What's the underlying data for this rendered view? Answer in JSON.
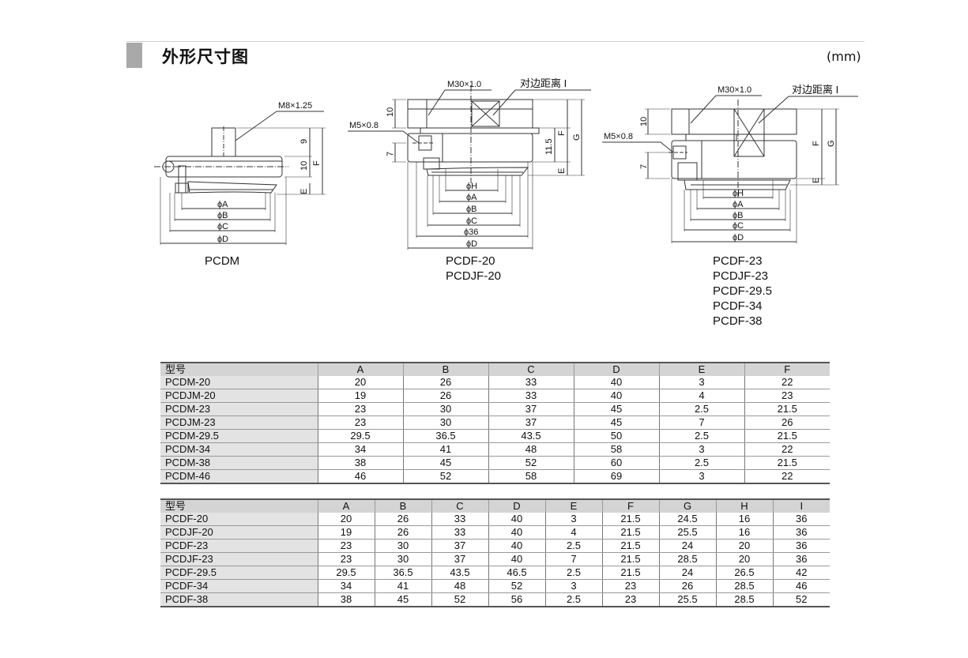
{
  "header": {
    "title": "外形尺寸图",
    "unit": "(mm)"
  },
  "drawings": {
    "pcdm": {
      "caption": [
        "PCDM"
      ],
      "labels": {
        "thread": "M8×1.25",
        "dim9": "9",
        "dim10": "10",
        "f": "F",
        "e": "E",
        "a": "ϕA",
        "b": "ϕB",
        "c": "ϕC",
        "d": "ϕD"
      }
    },
    "pcdf20": {
      "caption": [
        "PCDF-20",
        "PCDJF-20"
      ],
      "labels": {
        "thread": "M30×1.0",
        "across": "对边距离 I",
        "port": "M5×0.8",
        "dim10": "10",
        "dim7": "7",
        "dim115": "11.5",
        "f": "F",
        "g": "G",
        "e": "E",
        "h": "ϕH",
        "a": "ϕA",
        "b": "ϕB",
        "c": "ϕC",
        "d36": "ϕ36",
        "d": "ϕD"
      }
    },
    "pcdf23": {
      "caption": [
        "PCDF-23",
        "PCDJF-23",
        "PCDF-29.5",
        "PCDF-34",
        "PCDF-38"
      ],
      "labels": {
        "thread": "M30×1.0",
        "across": "对边距离 I",
        "port": "M5×0.8",
        "dim10": "10",
        "dim7": "7",
        "f": "F",
        "g": "G",
        "e": "E",
        "h": "ϕH",
        "a": "ϕA",
        "b": "ϕB",
        "c": "ϕC",
        "d": "ϕD"
      }
    }
  },
  "table1": {
    "headers": [
      "型号",
      "A",
      "B",
      "C",
      "D",
      "E",
      "F"
    ],
    "rows": [
      [
        "PCDM-20",
        "20",
        "26",
        "33",
        "40",
        "3",
        "22"
      ],
      [
        "PCDJM-20",
        "19",
        "26",
        "33",
        "40",
        "4",
        "23"
      ],
      [
        "PCDM-23",
        "23",
        "30",
        "37",
        "45",
        "2.5",
        "21.5"
      ],
      [
        "PCDJM-23",
        "23",
        "30",
        "37",
        "45",
        "7",
        "26"
      ],
      [
        "PCDM-29.5",
        "29.5",
        "36.5",
        "43.5",
        "50",
        "2.5",
        "21.5"
      ],
      [
        "PCDM-34",
        "34",
        "41",
        "48",
        "58",
        "3",
        "22"
      ],
      [
        "PCDM-38",
        "38",
        "45",
        "52",
        "60",
        "2.5",
        "21.5"
      ],
      [
        "PCDM-46",
        "46",
        "52",
        "58",
        "69",
        "3",
        "22"
      ]
    ]
  },
  "table2": {
    "headers": [
      "型号",
      "A",
      "B",
      "C",
      "D",
      "E",
      "F",
      "G",
      "H",
      "I"
    ],
    "rows": [
      [
        "PCDF-20",
        "20",
        "26",
        "33",
        "40",
        "3",
        "21.5",
        "24.5",
        "16",
        "36"
      ],
      [
        "PCDJF-20",
        "19",
        "26",
        "33",
        "40",
        "4",
        "21.5",
        "25.5",
        "16",
        "36"
      ],
      [
        "PCDF-23",
        "23",
        "30",
        "37",
        "40",
        "2.5",
        "21.5",
        "24",
        "20",
        "36"
      ],
      [
        "PCDJF-23",
        "23",
        "30",
        "37",
        "40",
        "7",
        "21.5",
        "28.5",
        "20",
        "36"
      ],
      [
        "PCDF-29.5",
        "29.5",
        "36.5",
        "43.5",
        "46.5",
        "2.5",
        "21.5",
        "24",
        "26.5",
        "42"
      ],
      [
        "PCDF-34",
        "34",
        "41",
        "48",
        "52",
        "3",
        "23",
        "26",
        "28.5",
        "46"
      ],
      [
        "PCDF-38",
        "38",
        "45",
        "52",
        "56",
        "2.5",
        "23",
        "25.5",
        "28.5",
        "52"
      ]
    ]
  }
}
